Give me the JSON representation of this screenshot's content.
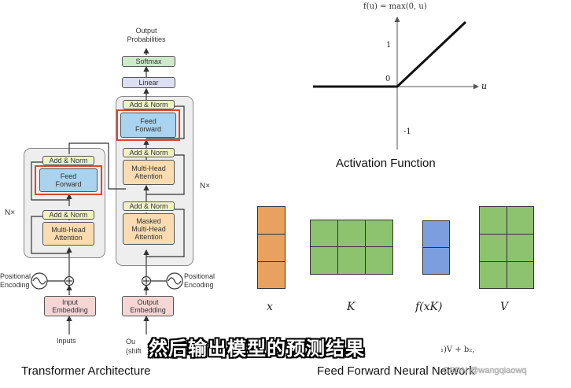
{
  "transformer": {
    "caption": "Transformer Architecture",
    "output_probs_l1": "Output",
    "output_probs_l2": "Probabilities",
    "softmax": "Softmax",
    "linear": "Linear",
    "add_norm": "Add & Norm",
    "feed_forward_l1": "Feed",
    "feed_forward_l2": "Forward",
    "mha_l1": "Multi-Head",
    "mha_l2": "Attention",
    "masked_l1": "Masked",
    "masked_l2": "Multi-Head",
    "masked_l3": "Attention",
    "nx": "N×",
    "pos_l1": "Positional",
    "pos_l2": "Encoding",
    "input_emb_l1": "Input",
    "input_emb_l2": "Embedding",
    "output_emb_l1": "Output",
    "output_emb_l2": "Embedding",
    "inputs": "Inputs",
    "outputs_partial_l1": "Ou",
    "outputs_partial_l2": "(shift"
  },
  "activation": {
    "formula": "f(u) = max(0, u)",
    "tick_1": "1",
    "tick_0": "0",
    "tick_neg1": "-1",
    "axis_u": "u",
    "caption": "Activation Function"
  },
  "ffn": {
    "label_x": "x",
    "label_K": "K",
    "label_fxK": "f(xK)",
    "label_V": "V",
    "formula_partial": "₁)V + b₂,",
    "caption": "Feed Forward Neural Network",
    "colors": {
      "x": "#e8a15e",
      "K": "#8dc26f",
      "fxK": "#7b9fde",
      "V": "#8dc26f"
    }
  },
  "subtitle": "然后输出模型的预测结果",
  "watermark": "CSDN @wangqiaowq"
}
